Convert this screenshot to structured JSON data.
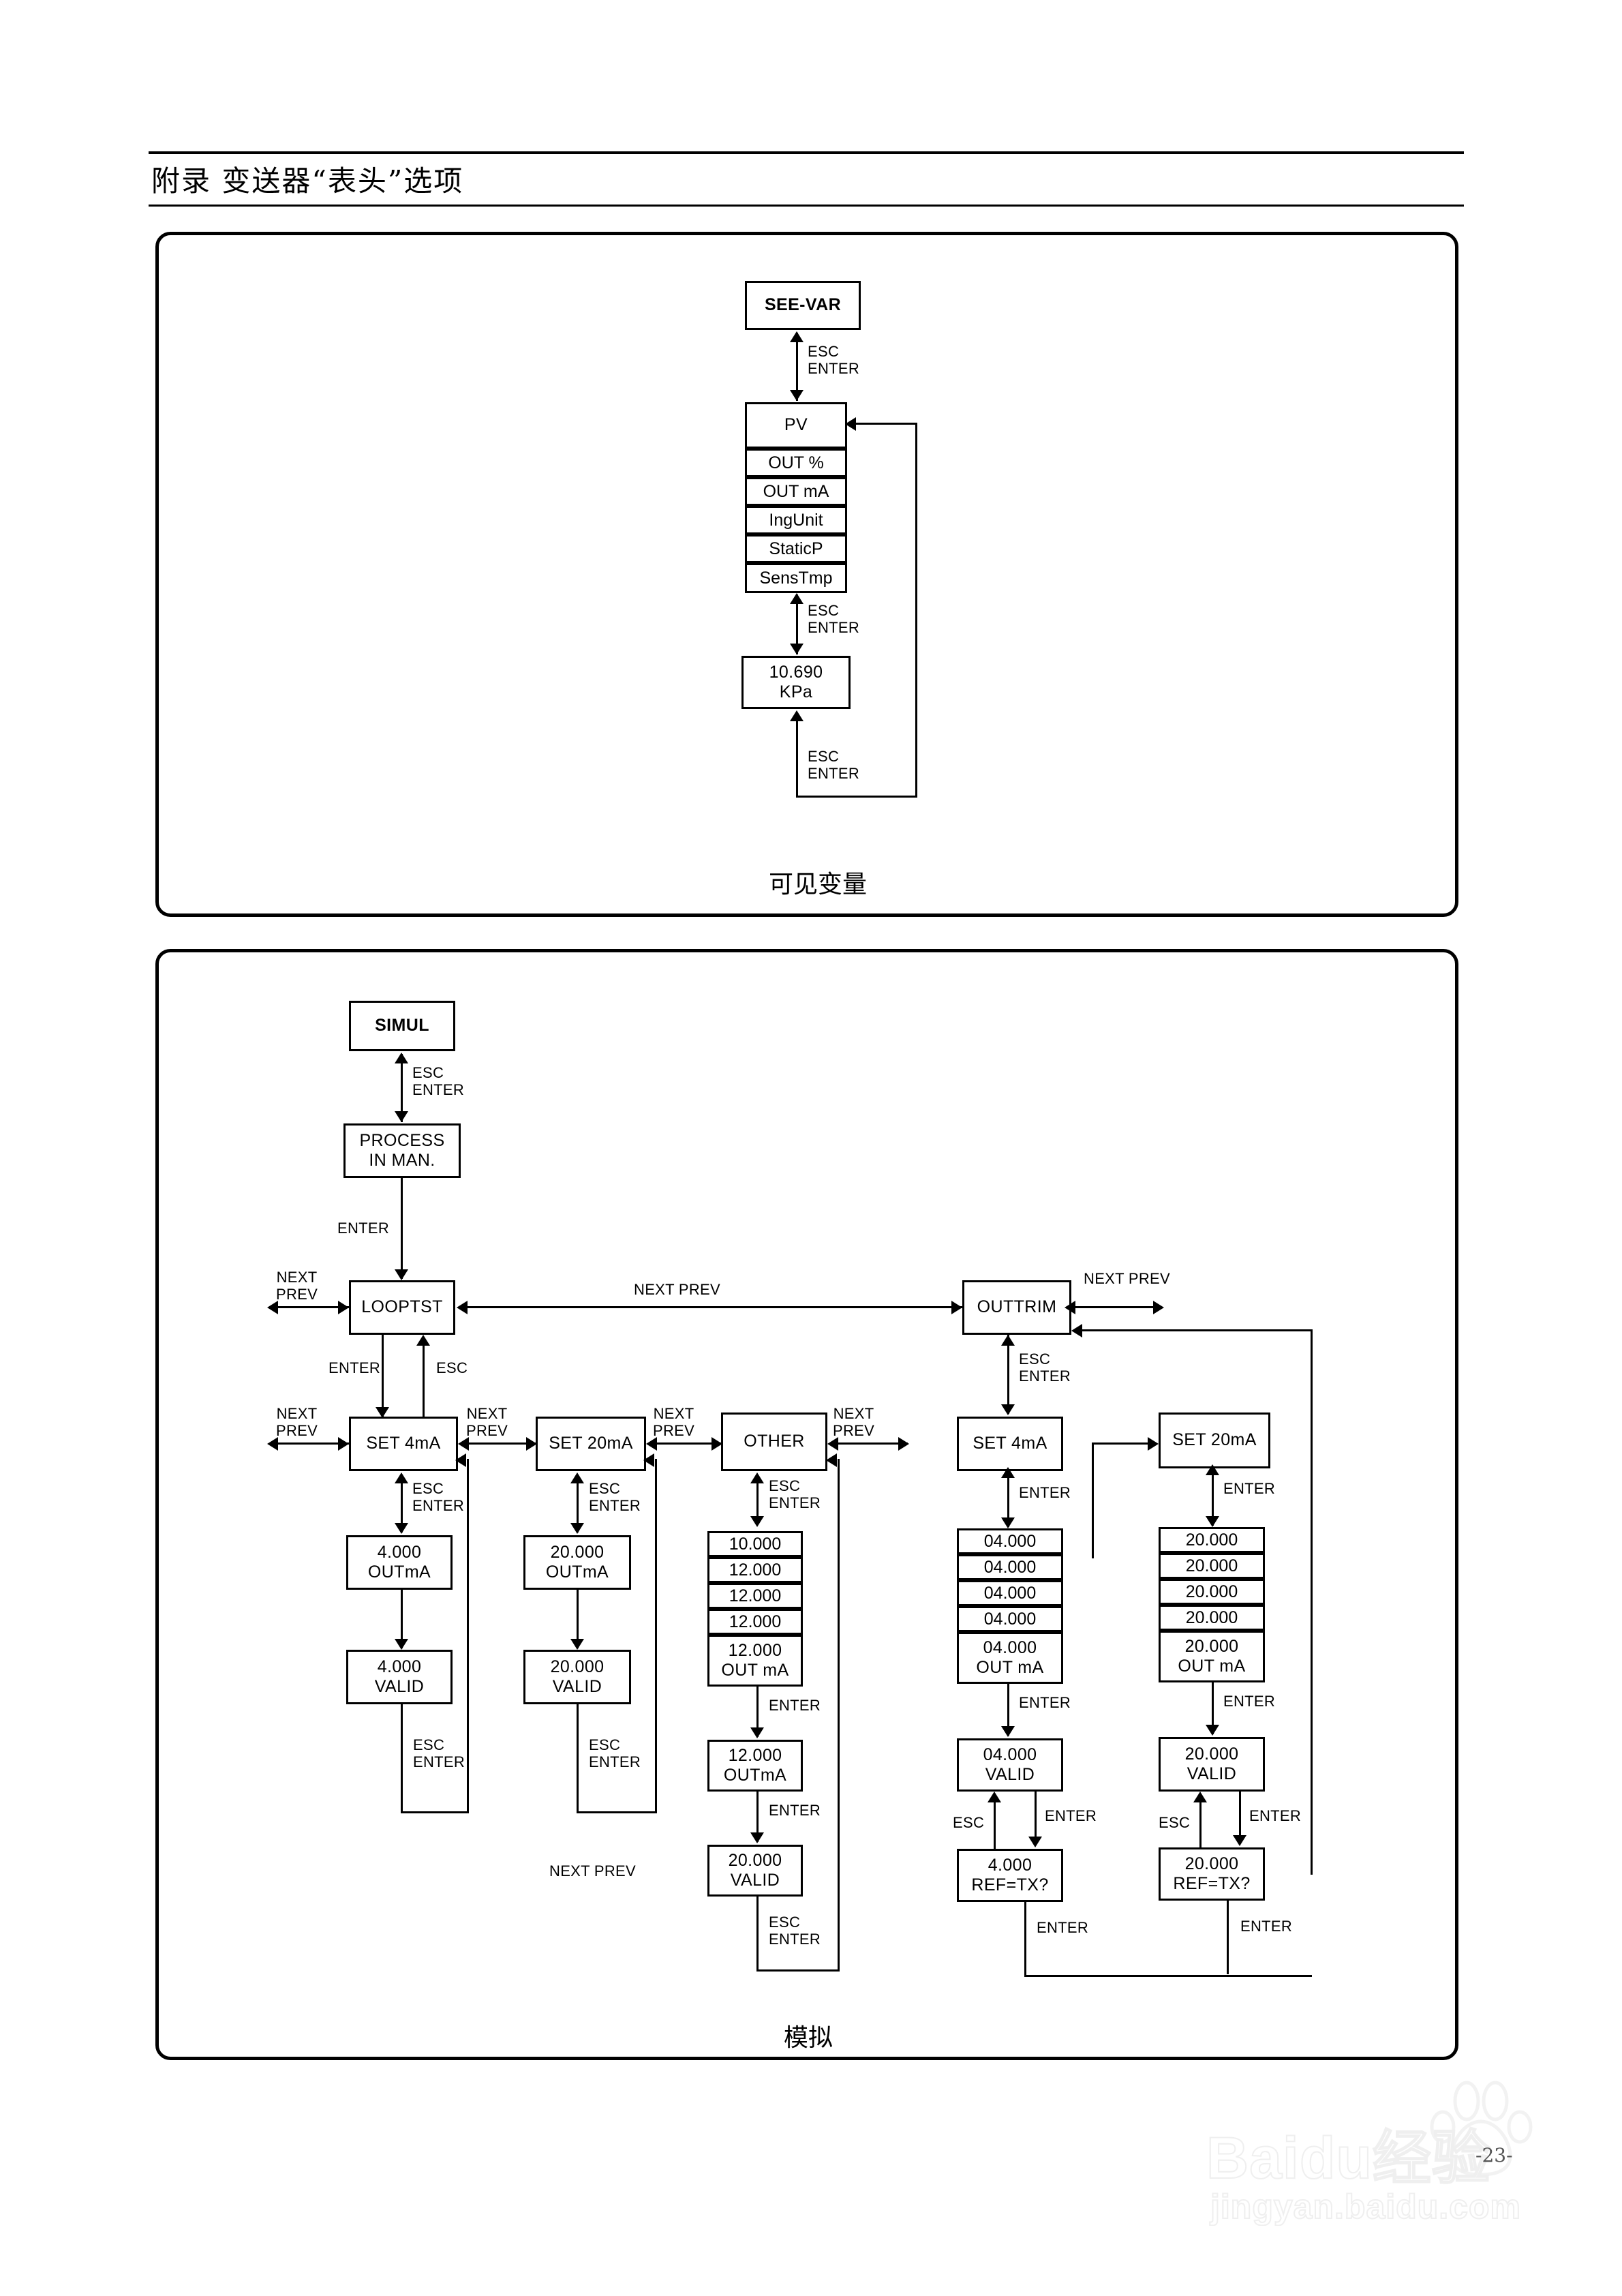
{
  "header": {
    "title": "附录 变送器“表头”选项"
  },
  "footer": {
    "page_number": "-23-",
    "watermark_main": "Baidu经验",
    "watermark_sub": "jingyan.baidu.com"
  },
  "diagram_seevar": {
    "caption": "可见变量",
    "nodes": {
      "root": "SEE-VAR",
      "pv": "PV",
      "reading_value": "10.690",
      "reading_unit": "KPa"
    },
    "variable_list": [
      "OUT %",
      "OUT mA",
      "IngUnit",
      "StaticP",
      "SensTmp"
    ],
    "edges": {
      "root_to_pv_l1": "ESC",
      "root_to_pv_l2": "ENTER",
      "list_to_reading_l1": "ESC",
      "list_to_reading_l2": "ENTER",
      "reading_loop_l1": "ESC",
      "reading_loop_l2": "ENTER"
    }
  },
  "diagram_simul": {
    "caption": "模拟",
    "nodes": {
      "root": "SIMUL",
      "process_l1": "PROCESS",
      "process_l2": "IN MAN.",
      "looptst": "LOOPTST",
      "outtrim": "OUTTRIM"
    },
    "edges": {
      "root_to_process_l1": "ESC",
      "root_to_process_l2": "ENTER",
      "process_to_looptst": "ENTER",
      "looptst_left_l1": "NEXT",
      "looptst_left_l2": "PREV",
      "looptst_to_outtrim": "NEXT  PREV",
      "outtrim_right": "NEXT  PREV",
      "looptst_enter": "ENTER",
      "looptst_esc": "ESC",
      "stray_next_prev": "NEXT  PREV"
    },
    "looptst_branch": {
      "set4ma": {
        "title": "SET 4mA",
        "left_l1": "NEXT",
        "left_l2": "PREV",
        "right_l1": "NEXT",
        "right_l2": "PREV",
        "edge_down_l1": "ESC",
        "edge_down_l2": "ENTER",
        "out_value": "4.000",
        "out_unit": "OUTmA",
        "valid_value": "4.000",
        "valid_label": "VALID",
        "return_l1": "ESC",
        "return_l2": "ENTER"
      },
      "set20ma": {
        "title": "SET 20mA",
        "right_l1": "NEXT",
        "right_l2": "PREV",
        "edge_down_l1": "ESC",
        "edge_down_l2": "ENTER",
        "out_value": "20.000",
        "out_unit": "OUTmA",
        "valid_value": "20.000",
        "valid_label": "VALID",
        "return_l1": "ESC",
        "return_l2": "ENTER"
      },
      "other": {
        "title": "OTHER",
        "right_l1": "NEXT",
        "right_l2": "PREV",
        "edge_down_l1": "ESC",
        "edge_down_l2": "ENTER",
        "stack": [
          "10.000",
          "12.000",
          "12.000",
          "12.000"
        ],
        "stack_last_value": "12.000",
        "stack_last_unit": "OUT mA",
        "enter_1": "ENTER",
        "out_value": "12.000",
        "out_unit": "OUTmA",
        "enter_2": "ENTER",
        "valid_value": "20.000",
        "valid_label": "VALID",
        "return_l1": "ESC",
        "return_l2": "ENTER"
      }
    },
    "outtrim_branch": {
      "edge_down_l1": "ESC",
      "edge_down_l2": "ENTER",
      "set4ma": {
        "title": "SET 4mA",
        "enter_1": "ENTER",
        "stack": [
          "04.000",
          "04.000",
          "04.000",
          "04.000"
        ],
        "stack_last_value": "04.000",
        "stack_last_unit": "OUT mA",
        "enter_2": "ENTER",
        "valid_value": "04.000",
        "valid_label": "VALID",
        "esc": "ESC",
        "enter_3": "ENTER",
        "ref_value": "4.000",
        "ref_label": "REF=TX?",
        "enter_4": "ENTER"
      },
      "set20ma": {
        "title": "SET 20mA",
        "enter_1": "ENTER",
        "stack": [
          "20.000",
          "20.000",
          "20.000",
          "20.000"
        ],
        "stack_last_value": "20.000",
        "stack_last_unit": "OUT mA",
        "enter_2": "ENTER",
        "valid_value": "20.000",
        "valid_label": "VALID",
        "esc": "ESC",
        "enter_3": "ENTER",
        "ref_value": "20.000",
        "ref_label": "REF=TX?",
        "enter_4": "ENTER"
      }
    }
  }
}
